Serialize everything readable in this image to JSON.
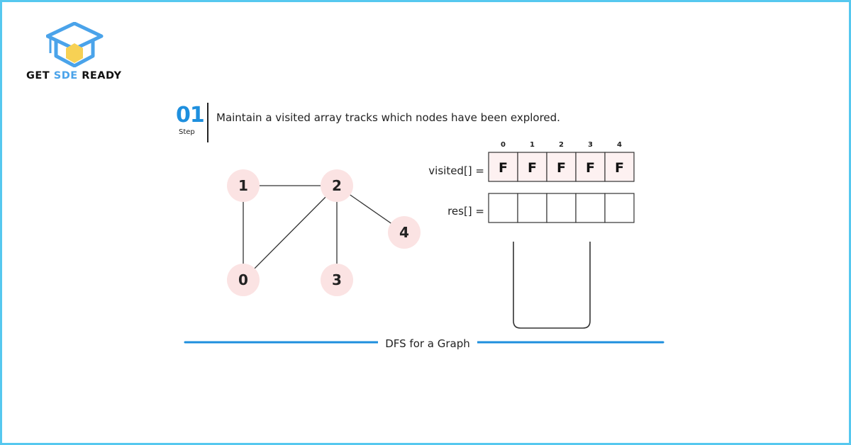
{
  "brand": {
    "part1": "GET ",
    "part2": "SDE",
    "part3": " READY"
  },
  "step": {
    "number": "01",
    "label": "Step",
    "text": "Maintain a visited array tracks which nodes have been explored."
  },
  "graph": {
    "nodes": [
      "0",
      "1",
      "2",
      "3",
      "4"
    ],
    "edges": [
      [
        "1",
        "2"
      ],
      [
        "1",
        "0"
      ],
      [
        "2",
        "0"
      ],
      [
        "2",
        "3"
      ],
      [
        "2",
        "4"
      ]
    ]
  },
  "visited": {
    "label": "visited[] =",
    "indices": [
      "0",
      "1",
      "2",
      "3",
      "4"
    ],
    "values": [
      "F",
      "F",
      "F",
      "F",
      "F"
    ]
  },
  "res": {
    "label": "res[] =",
    "values": [
      "",
      "",
      "",
      "",
      ""
    ]
  },
  "caption": "DFS for a Graph",
  "colors": {
    "accent": "#1e8fde",
    "border": "#56c8ef",
    "node_fill": "#fbe3e3",
    "cell_fill": "#fdf1f1"
  }
}
